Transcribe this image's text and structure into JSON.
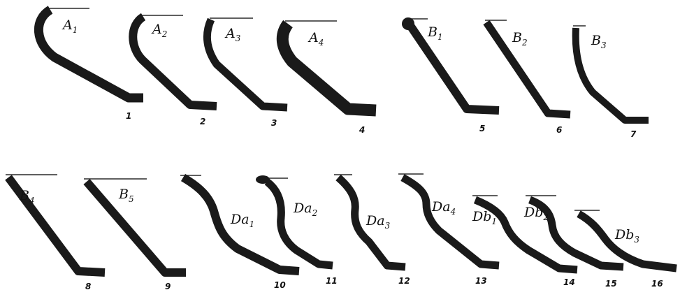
{
  "profiles": [
    {
      "type": "A",
      "sub": "1",
      "number": "1"
    },
    {
      "type": "A",
      "sub": "2",
      "number": "2"
    },
    {
      "type": "A",
      "sub": "3",
      "number": "3"
    },
    {
      "type": "A",
      "sub": "4",
      "number": "4"
    },
    {
      "type": "B",
      "sub": "1",
      "number": "5"
    },
    {
      "type": "B",
      "sub": "2",
      "number": "6"
    },
    {
      "type": "B",
      "sub": "3",
      "number": "7"
    },
    {
      "type": "B",
      "sub": "4",
      "number": "8"
    },
    {
      "type": "B",
      "sub": "5",
      "number": "9"
    },
    {
      "type": "Da",
      "sub": "1",
      "number": "10"
    },
    {
      "type": "Da",
      "sub": "2",
      "number": "11"
    },
    {
      "type": "Da",
      "sub": "3",
      "number": "12"
    },
    {
      "type": "Da",
      "sub": "4",
      "number": "13"
    },
    {
      "type": "Db",
      "sub": "1",
      "number": "14"
    },
    {
      "type": "Db",
      "sub": "2",
      "number": "15"
    },
    {
      "type": "Db",
      "sub": "3",
      "number": "16"
    }
  ]
}
